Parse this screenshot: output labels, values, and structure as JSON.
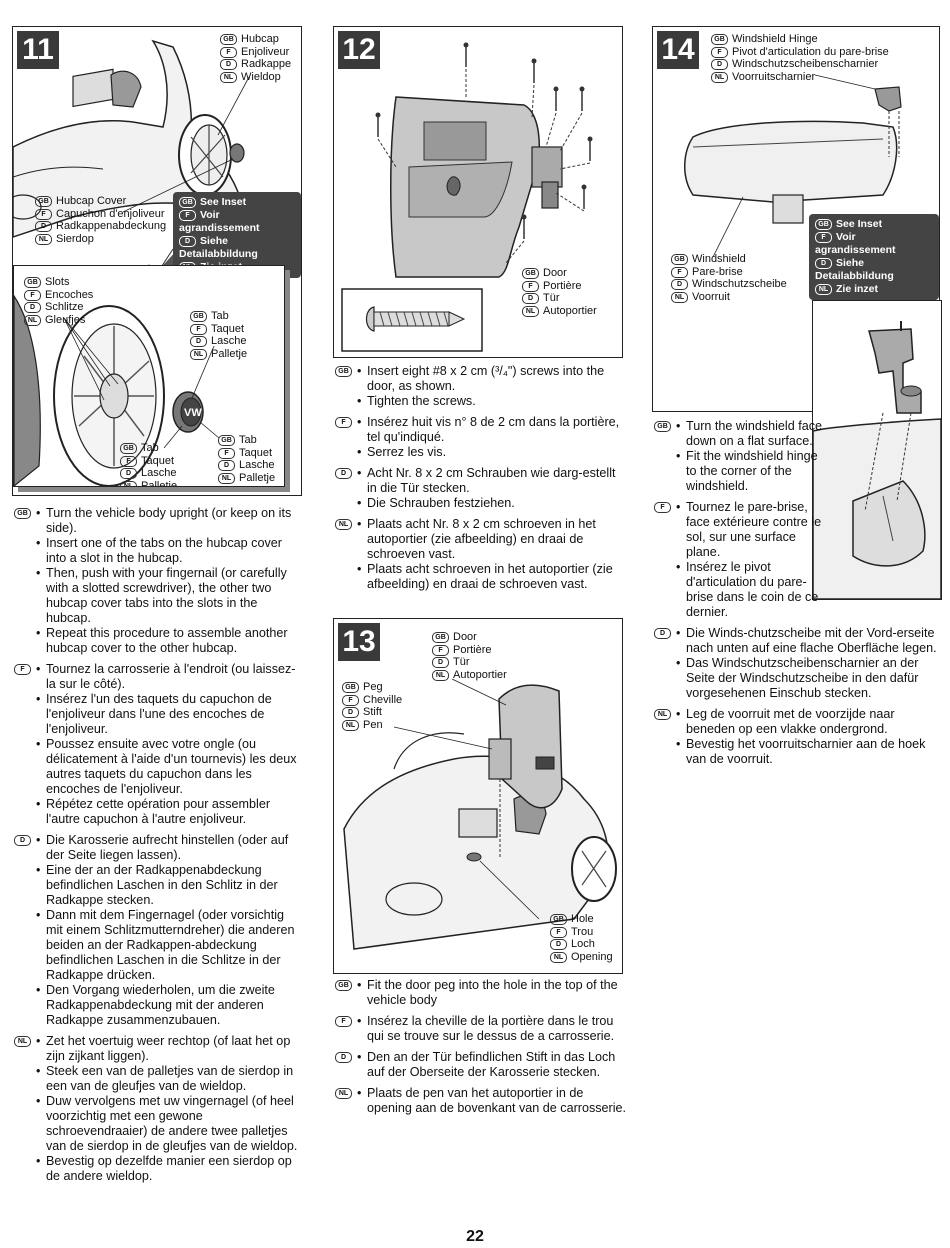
{
  "page_number": "22",
  "steps": {
    "s11": {
      "number": "11",
      "hubcap": [
        "Hubcap",
        "Enjoliveur",
        "Radkappe",
        "Wieldop"
      ],
      "hubcap_cover": [
        "Hubcap Cover",
        "Capuchon d'enjoliveur",
        "Radkappenabdeckung",
        "Sierdop"
      ],
      "see_inset": [
        "See Inset",
        "Voir agrandissement",
        "Siehe Detailabbildung",
        "Zie inzet"
      ],
      "slots": [
        "Slots",
        "Encoches",
        "Schlitze",
        "Gleufjes"
      ],
      "tab": [
        "Tab",
        "Taquet",
        "Lasche",
        "Palletje"
      ],
      "instructions": {
        "gb": [
          "Turn the vehicle body upright (or keep on its side).",
          "Insert one of the tabs on the hubcap cover into a slot in the hubcap.",
          "Then, push with your fingernail (or carefully with a slotted screwdriver), the other two hubcap cover tabs into the slots in the hubcap.",
          "Repeat this procedure to assemble another hubcap cover to the other hubcap."
        ],
        "f": [
          "Tournez la carrosserie à l'endroit (ou laissez-la sur le côté).",
          "Insérez l'un des taquets du capuchon de l'enjoliveur dans l'une des encoches de l'enjoliveur.",
          "Poussez ensuite avec votre ongle (ou délicatement à l'aide d'un tournevis) les deux autres taquets du capuchon dans les encoches de l'enjoliveur.",
          "Répétez cette opération pour assembler l'autre capuchon à l'autre enjoliveur."
        ],
        "d": [
          "Die Karosserie aufrecht hinstellen (oder auf der Seite liegen lassen).",
          "Eine der an der Radkappenabdeckung befindlichen Laschen in den Schlitz in der Radkappe stecken.",
          "Dann mit dem Fingernagel (oder vorsichtig mit einem Schlitzmutterndreher) die anderen beiden an der Radkappen-abdeckung befindlichen Laschen in die Schlitze in der Radkappe drücken.",
          "Den Vorgang wiederholen, um die zweite Radkappenabdeckung mit der anderen Radkappe zusammenzubauen."
        ],
        "nl": [
          "Zet het voertuig weer rechtop (of laat het op zijn zijkant liggen).",
          "Steek een van de palletjes van de sierdop in een van de gleufjes van de wieldop.",
          "Duw vervolgens met uw vingernagel (of heel voorzichtig met een gewone schroevendraaier) de andere twee palletjes van de sierdop in de gleufjes van de wieldop.",
          "Bevestig op dezelfde manier een sierdop op de andere wieldop."
        ]
      }
    },
    "s12": {
      "number": "12",
      "door": [
        "Door",
        "Portière",
        "Tür",
        "Autoportier"
      ],
      "instructions": {
        "gb": [
          "Insert eight #8 x 2 cm (³/₄\") screws into the door, as shown.",
          "Tighten the screws."
        ],
        "f": [
          "Insérez huit vis n° 8 de 2 cm dans la portière, tel qu'indiqué.",
          "Serrez les vis."
        ],
        "d": [
          "Acht Nr. 8 x 2 cm Schrauben wie darg-estellt in die Tür stecken.",
          "Die Schrauben festziehen."
        ],
        "nl": [
          "Plaats acht Nr. 8 x 2 cm schroeven in het autoportier (zie afbeelding) en draai de schroeven vast.",
          "Plaats acht schroeven in het autoportier (zie afbeelding) en draai de schroeven vast."
        ]
      }
    },
    "s13": {
      "number": "13",
      "door": [
        "Door",
        "Portière",
        "Tür",
        "Autoportier"
      ],
      "peg": [
        "Peg",
        "Cheville",
        "Stift",
        "Pen"
      ],
      "hole": [
        "Hole",
        "Trou",
        "Loch",
        "Opening"
      ],
      "instructions": {
        "gb": [
          "Fit the door peg into the hole in the top of the vehicle body"
        ],
        "f": [
          "Insérez la cheville de la portière dans le trou qui se trouve sur le dessus de a carrosserie."
        ],
        "d": [
          "Den an der Tür befindlichen Stift in das Loch auf der Oberseite der Karosserie stecken."
        ],
        "nl": [
          "Plaats de pen van het autoportier in de opening aan de bovenkant van de carrosserie."
        ]
      }
    },
    "s14": {
      "number": "14",
      "hinge": [
        "Windshield Hinge",
        "Pivot d'articulation du pare-brise",
        "Windschutzscheibenscharnier",
        "Voorruitscharnier"
      ],
      "windshield": [
        "Windshield",
        "Pare-brise",
        "Windschutzscheibe",
        "Voorruit"
      ],
      "see_inset": [
        "See Inset",
        "Voir agrandissement",
        "Siehe Detailabbildung",
        "Zie inzet"
      ],
      "instructions": {
        "gb": [
          "Turn the windshield face down on a flat surface.",
          "Fit the windshield hinge to the corner of the windshield."
        ],
        "f": [
          "Tournez le pare-brise, face extérieure contre le sol, sur une surface plane.",
          "Insérez le pivot d'articulation du pare-brise dans le coin de ce dernier."
        ],
        "d": [
          "Die Winds-chutzscheibe mit der Vord-erseite nach unten auf eine flache Oberfläche legen.",
          "Das Windschutzscheibenscharnier an der Seite der Windschutzscheibe in den dafür vorgesehenen Einschub stecken."
        ],
        "nl": [
          "Leg de voorruit met de voorzijde naar beneden op een vlakke ondergrond.",
          "Bevestig het voorruitscharnier aan de hoek van de voorruit."
        ]
      }
    }
  },
  "lang_codes": [
    "GB",
    "F",
    "D",
    "NL"
  ],
  "colors": {
    "step_badge": "#3a3a3a",
    "callout": "#444444",
    "door_fill": "#c8c8c8"
  }
}
